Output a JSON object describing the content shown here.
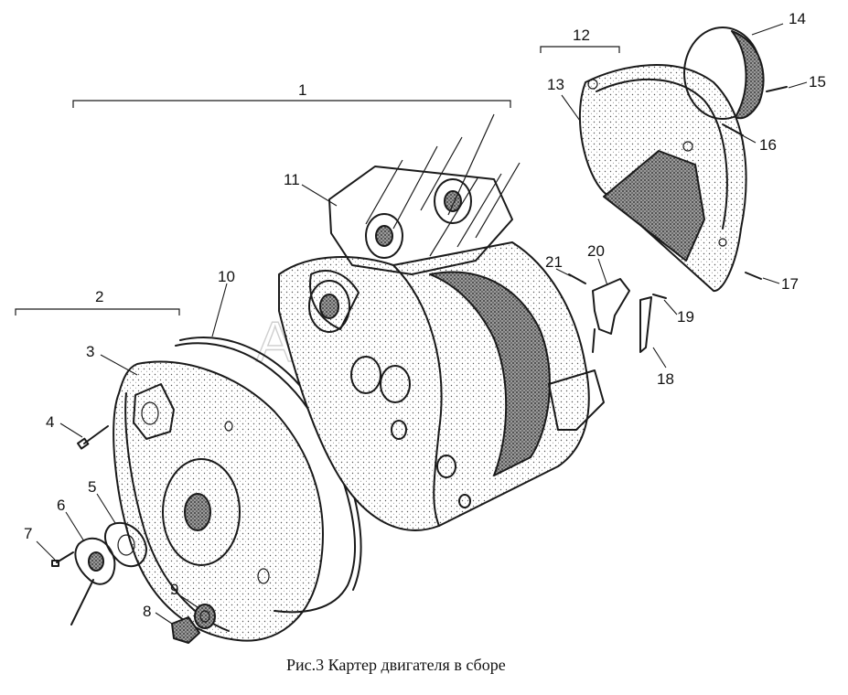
{
  "caption": "Рис.3 Картер двигателя в сборе",
  "watermark": "AutoSoft",
  "callouts": [
    {
      "id": "1",
      "label": "1"
    },
    {
      "id": "2",
      "label": "2"
    },
    {
      "id": "3",
      "label": "3"
    },
    {
      "id": "4",
      "label": "4"
    },
    {
      "id": "5",
      "label": "5"
    },
    {
      "id": "6",
      "label": "6"
    },
    {
      "id": "7",
      "label": "7"
    },
    {
      "id": "8",
      "label": "8"
    },
    {
      "id": "9",
      "label": "9"
    },
    {
      "id": "10",
      "label": "10"
    },
    {
      "id": "11",
      "label": "11"
    },
    {
      "id": "12",
      "label": "12"
    },
    {
      "id": "13",
      "label": "13"
    },
    {
      "id": "14",
      "label": "14"
    },
    {
      "id": "15",
      "label": "15"
    },
    {
      "id": "16",
      "label": "16"
    },
    {
      "id": "17",
      "label": "17"
    },
    {
      "id": "18",
      "label": "18"
    },
    {
      "id": "19",
      "label": "19"
    },
    {
      "id": "20",
      "label": "20"
    },
    {
      "id": "21",
      "label": "21"
    }
  ]
}
